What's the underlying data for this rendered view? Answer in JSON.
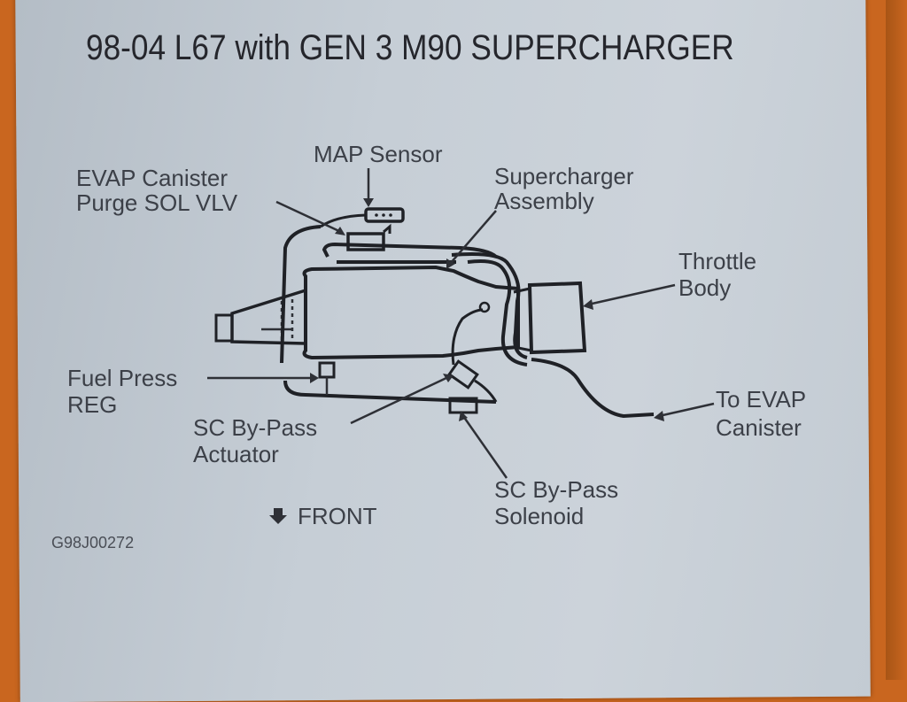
{
  "page": {
    "title": "98-04 L67 with GEN 3 M90 SUPERCHARGER",
    "figure_code": "G98J00272"
  },
  "labels": {
    "map_sensor": "MAP Sensor",
    "evap_line1": "EVAP Canister",
    "evap_line2": "Purge SOL VLV",
    "supercharger_line1": "Supercharger",
    "supercharger_line2": "Assembly",
    "throttle_line1": "Throttle",
    "throttle_line2": "Body",
    "fuel_line1": "Fuel Press",
    "fuel_line2": "REG",
    "actuator_line1": "SC By-Pass",
    "actuator_line2": "Actuator",
    "to_evap_line1": "To EVAP",
    "to_evap_line2": "Canister",
    "solenoid_line1": "SC By-Pass",
    "solenoid_line2": "Solenoid",
    "front": "FRONT"
  },
  "colors": {
    "paper": "#c6ced6",
    "background": "#c9661f",
    "ink": "#25262c"
  },
  "icons": {
    "front_arrow": "down-arrow-icon"
  }
}
